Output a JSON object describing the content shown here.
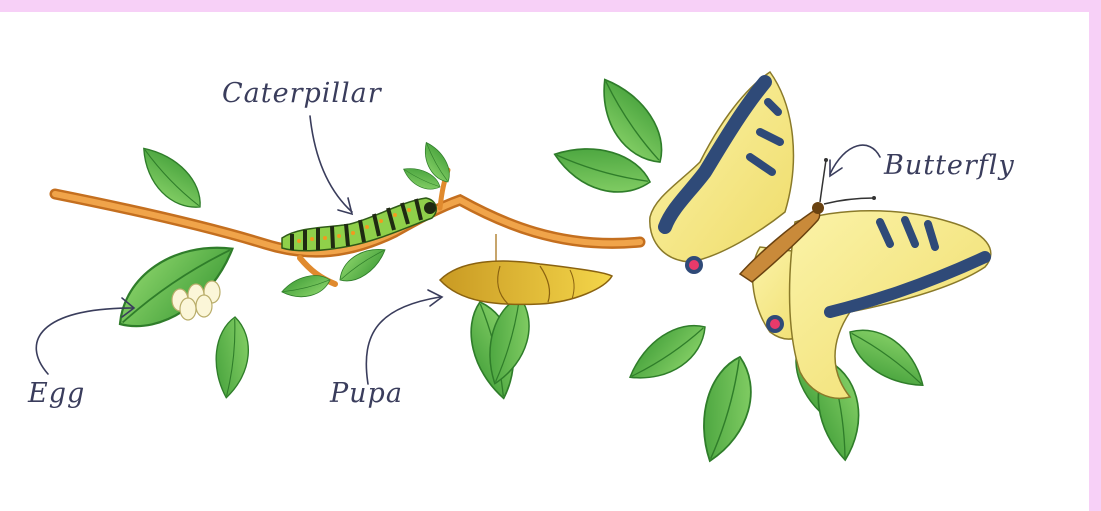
{
  "diagram": {
    "stages": [
      {
        "id": "egg",
        "label": "Egg"
      },
      {
        "id": "caterpillar",
        "label": "Caterpillar"
      },
      {
        "id": "pupa",
        "label": "Pupa"
      },
      {
        "id": "butterfly",
        "label": "Butterfly"
      }
    ]
  },
  "colors": {
    "frame": "#f7d0f7",
    "background": "#ffffff",
    "branch": "#e08a2e",
    "leaf": "#5cb84a",
    "leaf_dark": "#2f7d2a",
    "wing": "#f4ea8a",
    "wing_band": "#2f4a78",
    "caterpillar": "#8fd04a",
    "pupa": "#e2b72e",
    "label_ink": "#3a3d5c"
  }
}
